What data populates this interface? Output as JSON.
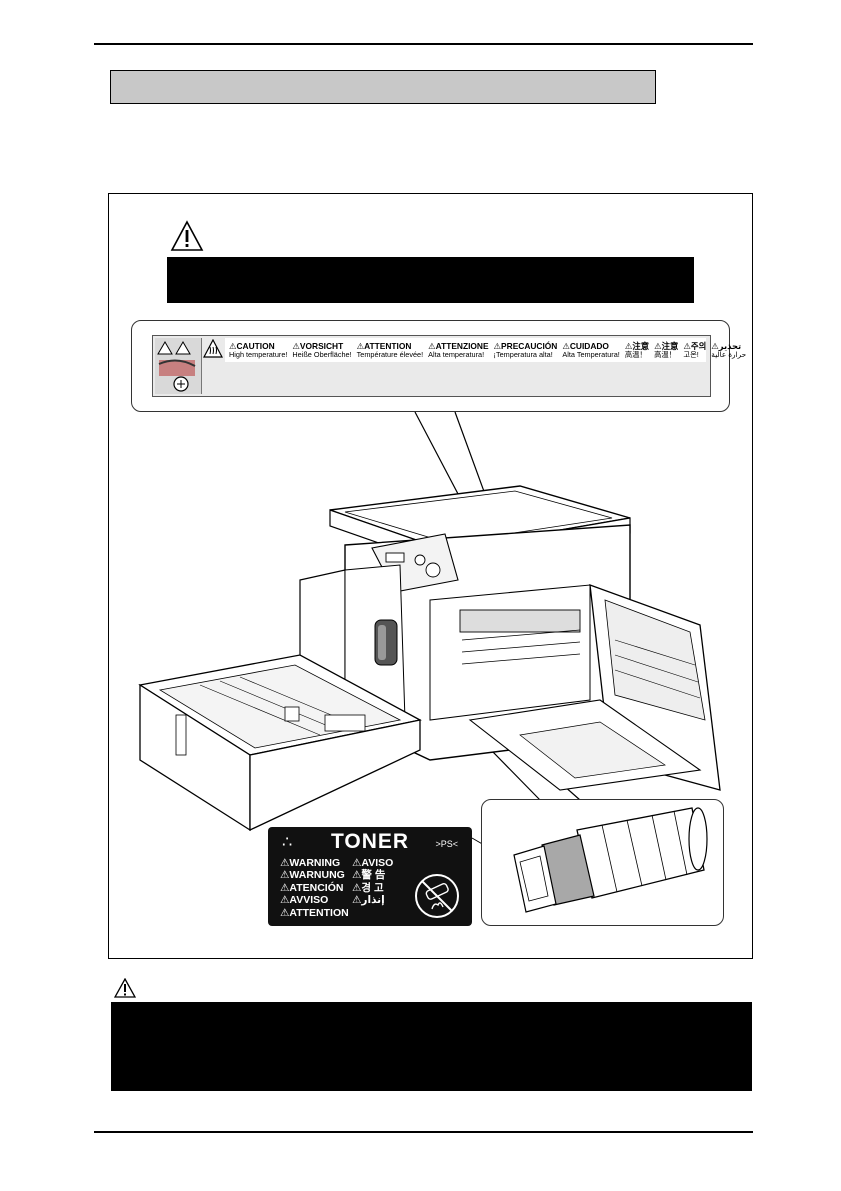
{
  "caution_label": {
    "languages": [
      {
        "heading": "CAUTION",
        "text": "High temperature!"
      },
      {
        "heading": "VORSICHT",
        "text": "Heiße Oberfläche!"
      },
      {
        "heading": "ATTENTION",
        "text": "Température élevée!"
      },
      {
        "heading": "ATTENZIONE",
        "text": "Alta temperatura!"
      },
      {
        "heading": "PRECAUCIÓN",
        "text": "¡Temperatura alta!"
      },
      {
        "heading": "CUIDADO",
        "text": "Alta Temperatura!"
      },
      {
        "heading": "注意",
        "text": "高温！"
      },
      {
        "heading": "注意",
        "text": "高温！"
      },
      {
        "heading": "주의",
        "text": "고온!"
      },
      {
        "heading": "تحذير",
        "text": "حرارة عالية"
      }
    ]
  },
  "toner_label": {
    "title": "TONER",
    "code": ">PS<",
    "left_column": [
      "WARNING",
      "WARNUNG",
      "ATENCIÓN",
      "AVVISO",
      "ATTENTION"
    ],
    "right_column": [
      "AVISO",
      "警 告",
      "경 고",
      "إنذار"
    ]
  },
  "colors": {
    "section_bar": "#c8c8c8",
    "band": "#000000",
    "label_dark": "#111111"
  },
  "icons": [
    "warning-triangle-icon",
    "hot-surface-icon",
    "toner-bottle-icon"
  ]
}
